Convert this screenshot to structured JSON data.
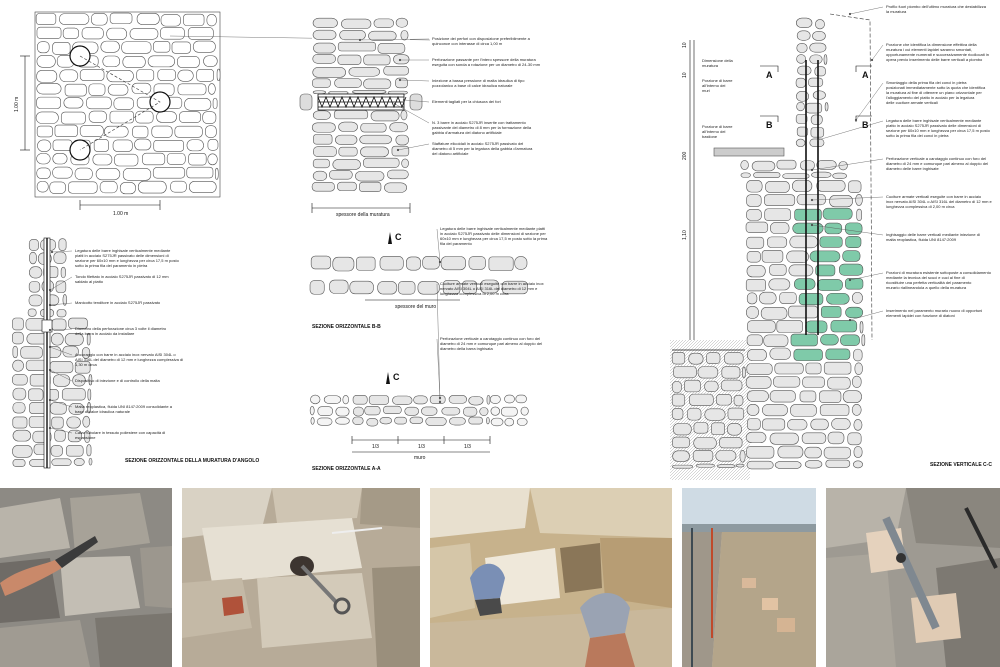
{
  "dims": {
    "width_1m_left": "1.00 m",
    "height_1m_left": "1.00 m",
    "wall_thickness": "spessore della muratura",
    "masonry_thickness": "spessore del muro",
    "thirds_1": "1/3",
    "thirds_2": "1/3",
    "thirds_3": "1/3",
    "thirds_total": "muro"
  },
  "section_marks": {
    "A": "A",
    "B": "B",
    "C": "C"
  },
  "captions": {
    "angle_section": "SEZIONE ORIZZONTALE DELLA MURATURA D'ANGOLO",
    "section_bb": "SEZIONE ORIZZONTALE B-B",
    "section_aa": "SEZIONE ORIZZONTALE A-A",
    "section_cc": "SEZIONE VERTICALE C-C"
  },
  "labels_top_center": [
    "Posizione dei perfori con disposizione preferibilmente a quinconce con interasse di circa 1,00 m",
    "Perforazione passante per l'intero spessore della muratura eseguita con sonda a rotazione per un diametro di 24-30 mm",
    "Iniezione a bassa pressione di malta idraulica di tipo pozzolanico a base di calce idraulica naturale",
    "Elementi tagliati per la chiusura dei fori",
    "N. 3 barre in acciaio S275JR inserite con trattamento passivante del diametro di 8 mm per la formazione della gabbia d'armatura del diatono artificiale",
    "Staffature elicoidali in acciaio S275JR passivato del diametro di 5 mm per la legatura della gabbia d'armatura del diatono artificiale"
  ],
  "labels_bottom_left": [
    "Legatura delle barre inghisate verticalmente mediante piatti in acciaio S275JR passivato delle dimensioni di sezione per 60x10 mm e lunghezza per circa 17,5 m posto sotto la prima fila del paramento in pietra",
    "Tondo filettato in acciaio S275JR passivato di 12 mm saldato al piatto",
    "Manicotto tenditore in acciaio S275JR passivato",
    "Diametro della perforazione circa 3 volte il diametro della barra in acciaio da installare",
    "Ancoraggio con barre in acciaio inox nervato AISI 304L o AISI 316L del diametro di 12 mm e lunghezza complessiva di 1,30 m circa",
    "Dispositivo di iniezione e di controllo della malta",
    "Malta reoplastica, fluida UNI 8147:2009 consolidante a base di calce idraulica naturale",
    "Calza tubolare in tessuto poliestere con capacità di espansione"
  ],
  "labels_bottom_center": [
    "Legatura delle barre inghisate verticalmente mediante piatti in acciaio S275JR passivato delle dimensioni di sezione per 60x10 mm e lunghezza per circa 17,5 m posto sotto la prima fila del paramento",
    "Cuciture armate verticali eseguite con barre in acciaio inox nervato AISI 304L o AISI 316L del diametro di 12 mm e lunghezza complessiva di 2,00 m circa",
    "Perforazione verticale a carotaggio continuo con foro del diametro di 24 mm e comunque pari almeno al doppio del diametro della barra inghisata"
  ],
  "labels_right": [
    "Profilo fuori piombo dell'ultimo muratura che destabilizza la muratura",
    "Porzione che identifica la dimensione effettiva della muratura i cui elementi lapidei saranno smontati, opportunamente numerati e successivamente ricollocati in opera previo inserimento delle barre verticali a piombo",
    "Smontaggio della prima fila dei conci in pietra posizionati immediatamente sotto la quota che identifica la muratura al fine di ottenere un piano orizzontale per l'alloggiamento del piatto in acciaio per la legatura delle cuciture armate verticali",
    "Legatura delle barre inghisate verticalmente mediante piatto in acciaio S275JR passivato delle dimensioni di sezione per 60x10 mm e lunghezza per circa 17,5 m posto sotto la prima fila dei conci in pietra",
    "Perforazione verticale a carotaggio continuo con foro del diametro di 24 mm e comunque pari almeno al doppio del diametro delle barre inghisate",
    "Cuciture armate verticali eseguite con barre in acciaio inox nervato AISI 304L o AISI 316L del diametro di 12 mm e lunghezza complessiva di 2,00 m circa",
    "Inghisaggio delle barre verticali mediante iniezione di malta reoplastica, fluida UNI 8147:2009",
    "Porzioni di muratura esistente sottoposte a consolidamento mediante la tecnica del scuci e cuci al fine di ricostituire una perfetta verticalità del paramento murario riallineandola a quello della muratura",
    "Inserimento nel paramento murario nuovo di opportuni elementi lapidei con funzione di diatoni"
  ],
  "labels_far_left": [
    "Dimensione della muratura",
    "Porzione di barre all'interno dei muri",
    "Porzione di barre all'interno del bastione"
  ],
  "scale_marks": [
    "10",
    "10",
    "200",
    "1,10"
  ],
  "colors": {
    "stone_fill": "#e6e6e6",
    "stone_stroke": "#555555",
    "green_stone": "#7fcaa9",
    "line": "#222222"
  },
  "photos": [
    {
      "name": "photo-drilling-wall",
      "desc": "hand with tool at stone wall"
    },
    {
      "name": "photo-steel-bar-hole",
      "desc": "bar inserted in drilled hole"
    },
    {
      "name": "photo-gloved-hands-stone",
      "desc": "gloved hands placing stone"
    },
    {
      "name": "photo-site-wall-top",
      "desc": "construction site on wall top"
    },
    {
      "name": "photo-steel-plate-anchor",
      "desc": "steel plate with anchor bar"
    }
  ]
}
